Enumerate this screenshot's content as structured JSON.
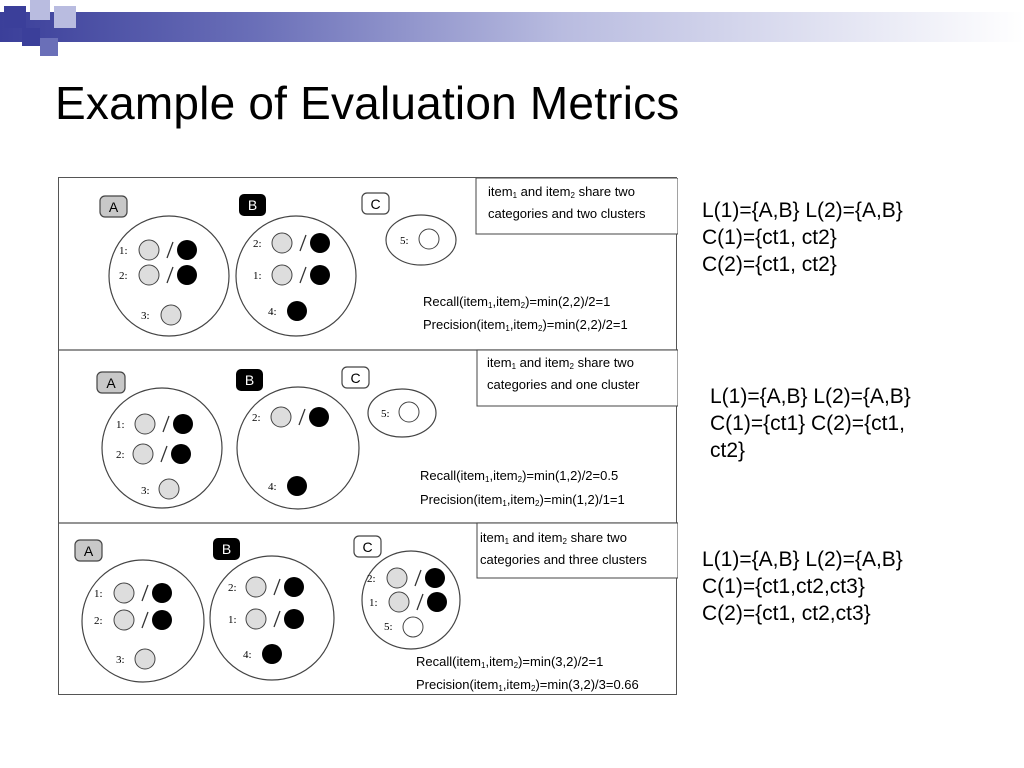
{
  "slide": {
    "title": "Example of Evaluation Metrics"
  },
  "panels": [
    {
      "groups": [
        {
          "label": "A",
          "style": "gray"
        },
        {
          "label": "B",
          "style": "black"
        },
        {
          "label": "C",
          "style": "white"
        }
      ],
      "item_labels": {
        "a1": "1:",
        "a2": "2:",
        "a3": "3:",
        "b1": "2:",
        "b2": "1:",
        "b3": "4:",
        "c1": "5:"
      },
      "caption": [
        "item",
        "1",
        " and item",
        "2",
        " share two",
        "categories and two clusters"
      ],
      "recall": {
        "pre": "Recall(item",
        "s1": "1",
        "mid": ",item",
        "s2": "2",
        "post": ")=min(2,2)/2=1"
      },
      "precision": {
        "pre": "Precision(item",
        "s1": "1",
        "mid": ",item",
        "s2": "2",
        "post": ")=min(2,2)/2=1"
      }
    },
    {
      "groups": [
        {
          "label": "A",
          "style": "gray"
        },
        {
          "label": "B",
          "style": "black"
        },
        {
          "label": "C",
          "style": "white"
        }
      ],
      "item_labels": {
        "a1": "1:",
        "a2": "2:",
        "a3": "3:",
        "b1": "2:",
        "b3": "4:",
        "c1": "5:"
      },
      "caption": [
        "item",
        "1",
        " and item",
        "2",
        " share two",
        "categories and one cluster"
      ],
      "recall": {
        "pre": "Recall(item",
        "s1": "1",
        "mid": ",item",
        "s2": "2",
        "post": ")=min(1,2)/2=0.5"
      },
      "precision": {
        "pre": "Precision(item",
        "s1": "1",
        "mid": ",item",
        "s2": "2",
        "post": ")=min(1,2)/1=1"
      }
    },
    {
      "groups": [
        {
          "label": "A",
          "style": "gray"
        },
        {
          "label": "B",
          "style": "black"
        },
        {
          "label": "C",
          "style": "white"
        }
      ],
      "item_labels": {
        "a1": "1:",
        "a2": "2:",
        "a3": "3:",
        "b1": "2:",
        "b2": "1:",
        "b3": "4:",
        "c1": "2:",
        "c2": "1:",
        "c3": "5:"
      },
      "caption": [
        "item",
        "1",
        " and item",
        "2",
        " share two",
        "categories and three clusters"
      ],
      "recall": {
        "pre": "Recall(item",
        "s1": "1",
        "mid": ",item",
        "s2": "2",
        "post": ")=min(3,2)/2=1"
      },
      "precision": {
        "pre": "Precision(item",
        "s1": "1",
        "mid": ",item",
        "s2": "2",
        "post": ")=min(3,2)/3=0.66"
      }
    }
  ],
  "notes": [
    [
      "L(1)={A,B} L(2)={A,B}",
      "C(1)={ct1, ct2}",
      "C(2)={ct1, ct2}"
    ],
    [
      "L(1)={A,B} L(2)={A,B}",
      "C(1)={ct1} C(2)={ct1,",
      "ct2}"
    ],
    [
      "L(1)={A,B} L(2)={A,B}",
      "C(1)={ct1,ct2,ct3}",
      "C(2)={ct1, ct2,ct3}"
    ]
  ]
}
